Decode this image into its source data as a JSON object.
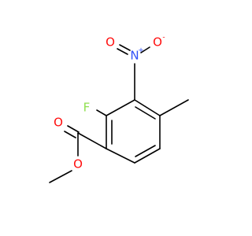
{
  "molecule": {
    "atoms": {
      "fluorine": "F",
      "nitro_nitrogen": "N",
      "nitro_n_charge": "+",
      "nitro_oxygen_top": "O",
      "nitro_oxygen_right": "O",
      "nitro_o_charge": "-",
      "carbonyl_oxygen": "O",
      "ester_oxygen": "O"
    },
    "colors": {
      "bond": "#000000",
      "fluorine": "#90e050",
      "nitrogen": "#3050f8",
      "oxygen": "#ff0d0d"
    }
  }
}
